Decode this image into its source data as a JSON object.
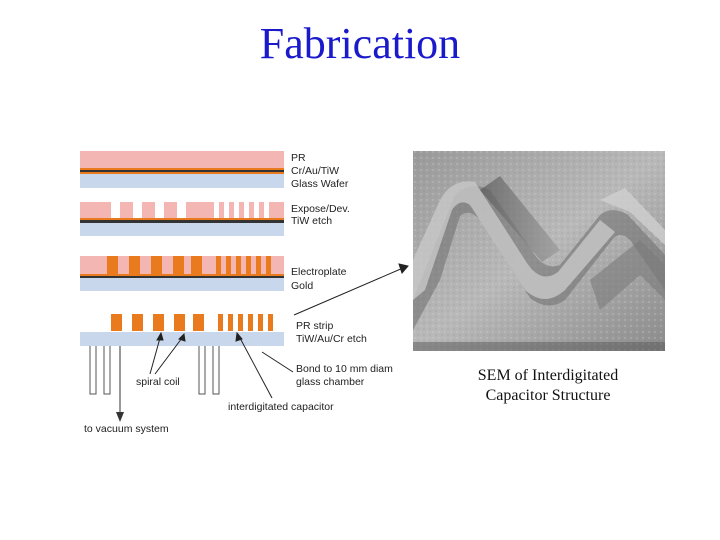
{
  "slide": {
    "title": "Fabrication"
  },
  "process_diagram": {
    "steps": [
      {
        "lines": [
          "PR",
          "Cr/Au/TiW",
          "Glass Wafer"
        ]
      },
      {
        "lines": [
          "Expose/Dev.",
          "TiW etch"
        ]
      },
      {
        "lines": [
          "Electroplate",
          "Gold"
        ]
      },
      {
        "lines": [
          "PR strip",
          "TiW/Au/Cr etch"
        ]
      }
    ],
    "bond_label": [
      "Bond to 10 mm diam",
      "glass chamber"
    ],
    "spiral_coil_label": "spiral coil",
    "capacitor_label": "interdigitated capacitor",
    "vacuum_label": "to vacuum system"
  },
  "sem_image": {
    "caption_line1": "SEM of Interdigitated",
    "caption_line2": "Capacitor Structure"
  },
  "colors": {
    "title": "#1a1acc",
    "photoresist": "#f4b6b2",
    "gold": "#e97a1e",
    "glass": "#c9d7ec"
  }
}
